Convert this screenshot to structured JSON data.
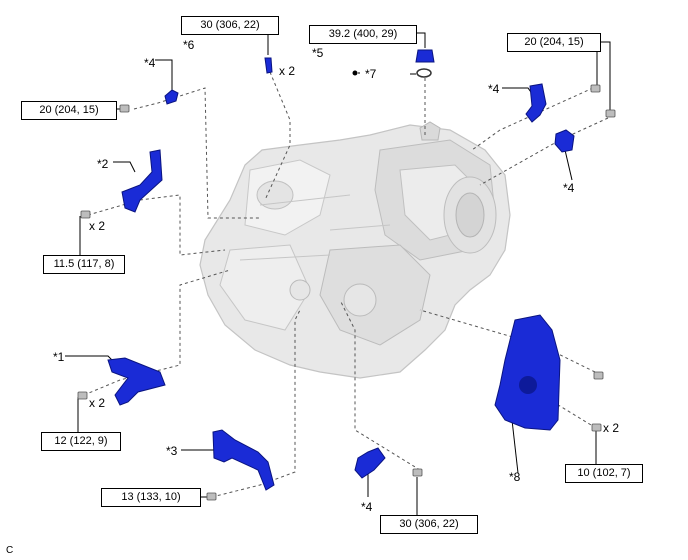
{
  "figure": {
    "code": "C",
    "torques": [
      {
        "id": "t1",
        "text": "30 (306, 22)"
      },
      {
        "id": "t2",
        "text": "39.2 (400, 29)"
      },
      {
        "id": "t3",
        "text": "20 (204, 15)"
      },
      {
        "id": "t4",
        "text": "20 (204, 15)"
      },
      {
        "id": "t5",
        "text": "11.5 (117, 8)"
      },
      {
        "id": "t6",
        "text": "12 (122, 9)"
      },
      {
        "id": "t7",
        "text": "13 (133, 10)"
      },
      {
        "id": "t8",
        "text": "30 (306, 22)"
      },
      {
        "id": "t9",
        "text": "10 (102, 7)"
      }
    ],
    "labels": {
      "p6": "*6",
      "p5": "*5",
      "p7": "*7",
      "p4a": "*4",
      "p4b": "*4",
      "p4c": "*4",
      "p4d": "*4",
      "p2": "*2",
      "p1": "*1",
      "p3": "*3",
      "p8": "*8",
      "x2a": "x 2",
      "x2b": "x 2",
      "x2c": "x 2",
      "x2d": "x 2"
    },
    "colors": {
      "part": "#1a2bd6",
      "part_dark": "#0a1480",
      "housing": "#e6e6e6",
      "housing_line": "#b8b8b8"
    }
  }
}
